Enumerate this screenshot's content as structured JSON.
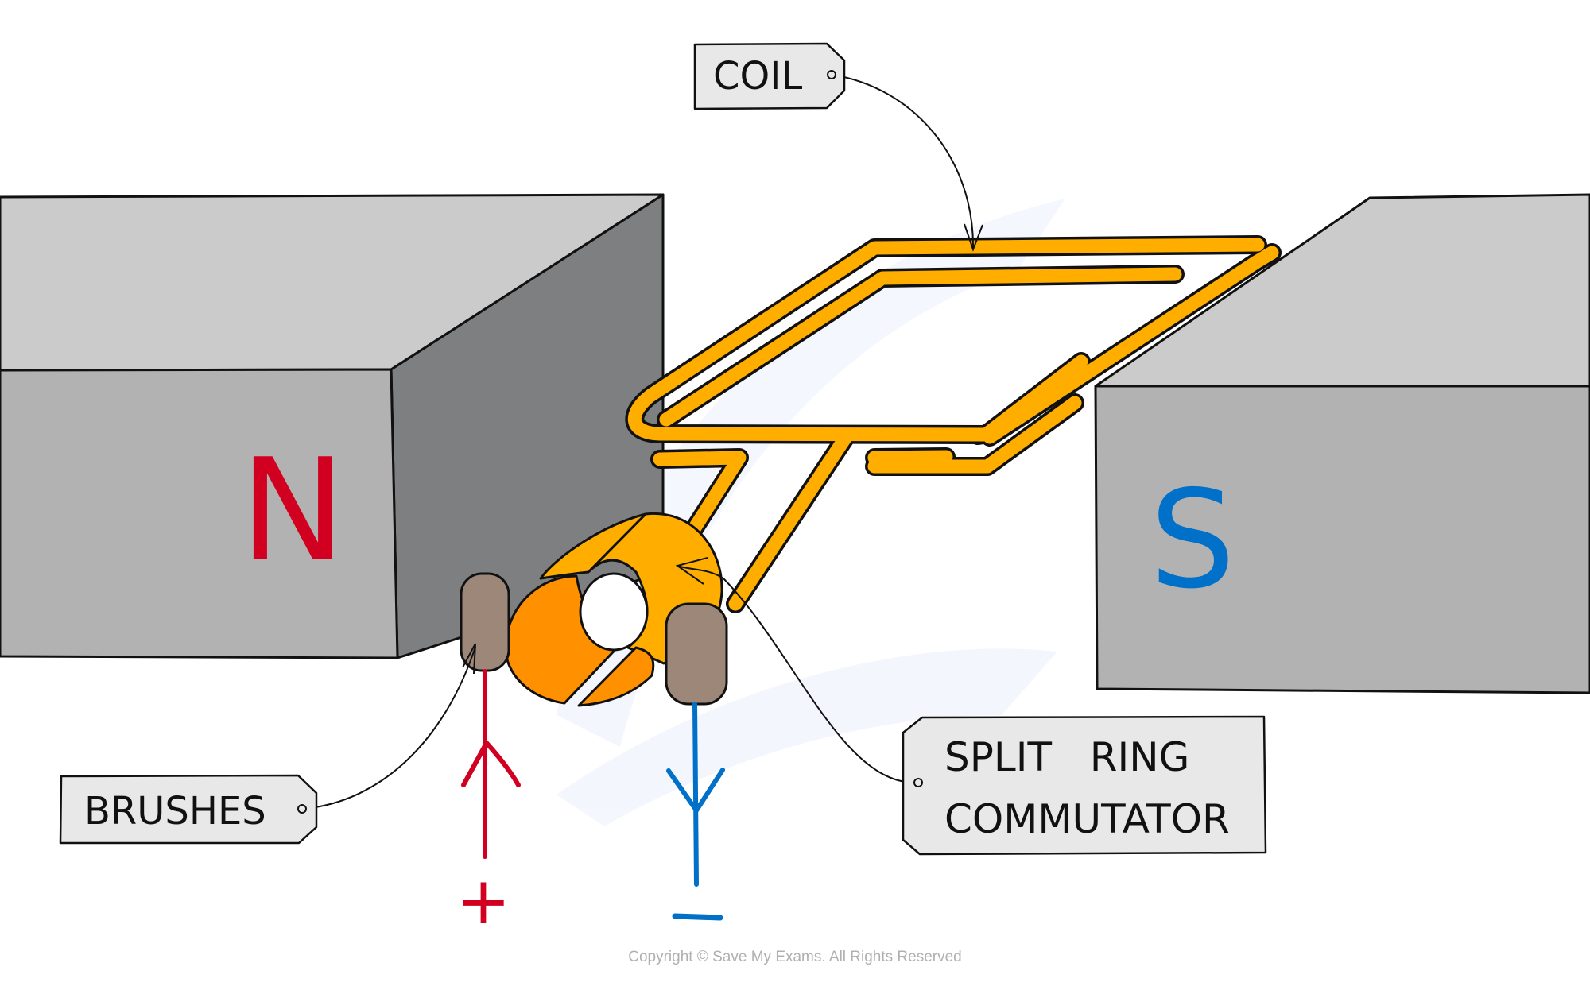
{
  "diagram": {
    "title": "DC motor",
    "colors": {
      "background": "#ffffff",
      "magnet_top": "#cbcbcb",
      "magnet_front": "#b2b2b2",
      "magnet_side": "#7e7f80",
      "coil": "#ffae00",
      "commutator_light": "#ffae00",
      "commutator_dark": "#ff9000",
      "brush": "#9d8778",
      "north": "#d20020",
      "south": "#0070c8",
      "positive": "#d20020",
      "negative": "#0070c8",
      "label_box": "#e8e8e8"
    },
    "magnets": {
      "north_label": "N",
      "south_label": "S"
    },
    "terminals": {
      "positive": "+",
      "negative": "−"
    },
    "labels": {
      "coil": "COIL",
      "brushes": "BRUSHES",
      "commutator_line1": "SPLIT   RING",
      "commutator_line2": "COMMUTATOR"
    },
    "copyright": "Copyright © Save My Exams. All Rights Reserved"
  }
}
